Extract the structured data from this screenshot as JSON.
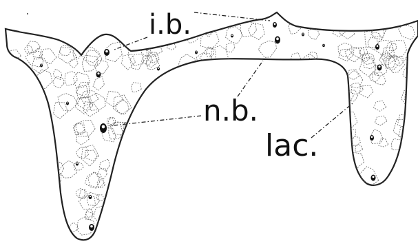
{
  "figure": {
    "labels": {
      "ib": "i.b.",
      "nb": "n.b.",
      "lac": "lac."
    },
    "colors": {
      "ink": "#111111",
      "outline": "#222222",
      "lamellae": "#555555",
      "background": "#ffffff"
    }
  }
}
